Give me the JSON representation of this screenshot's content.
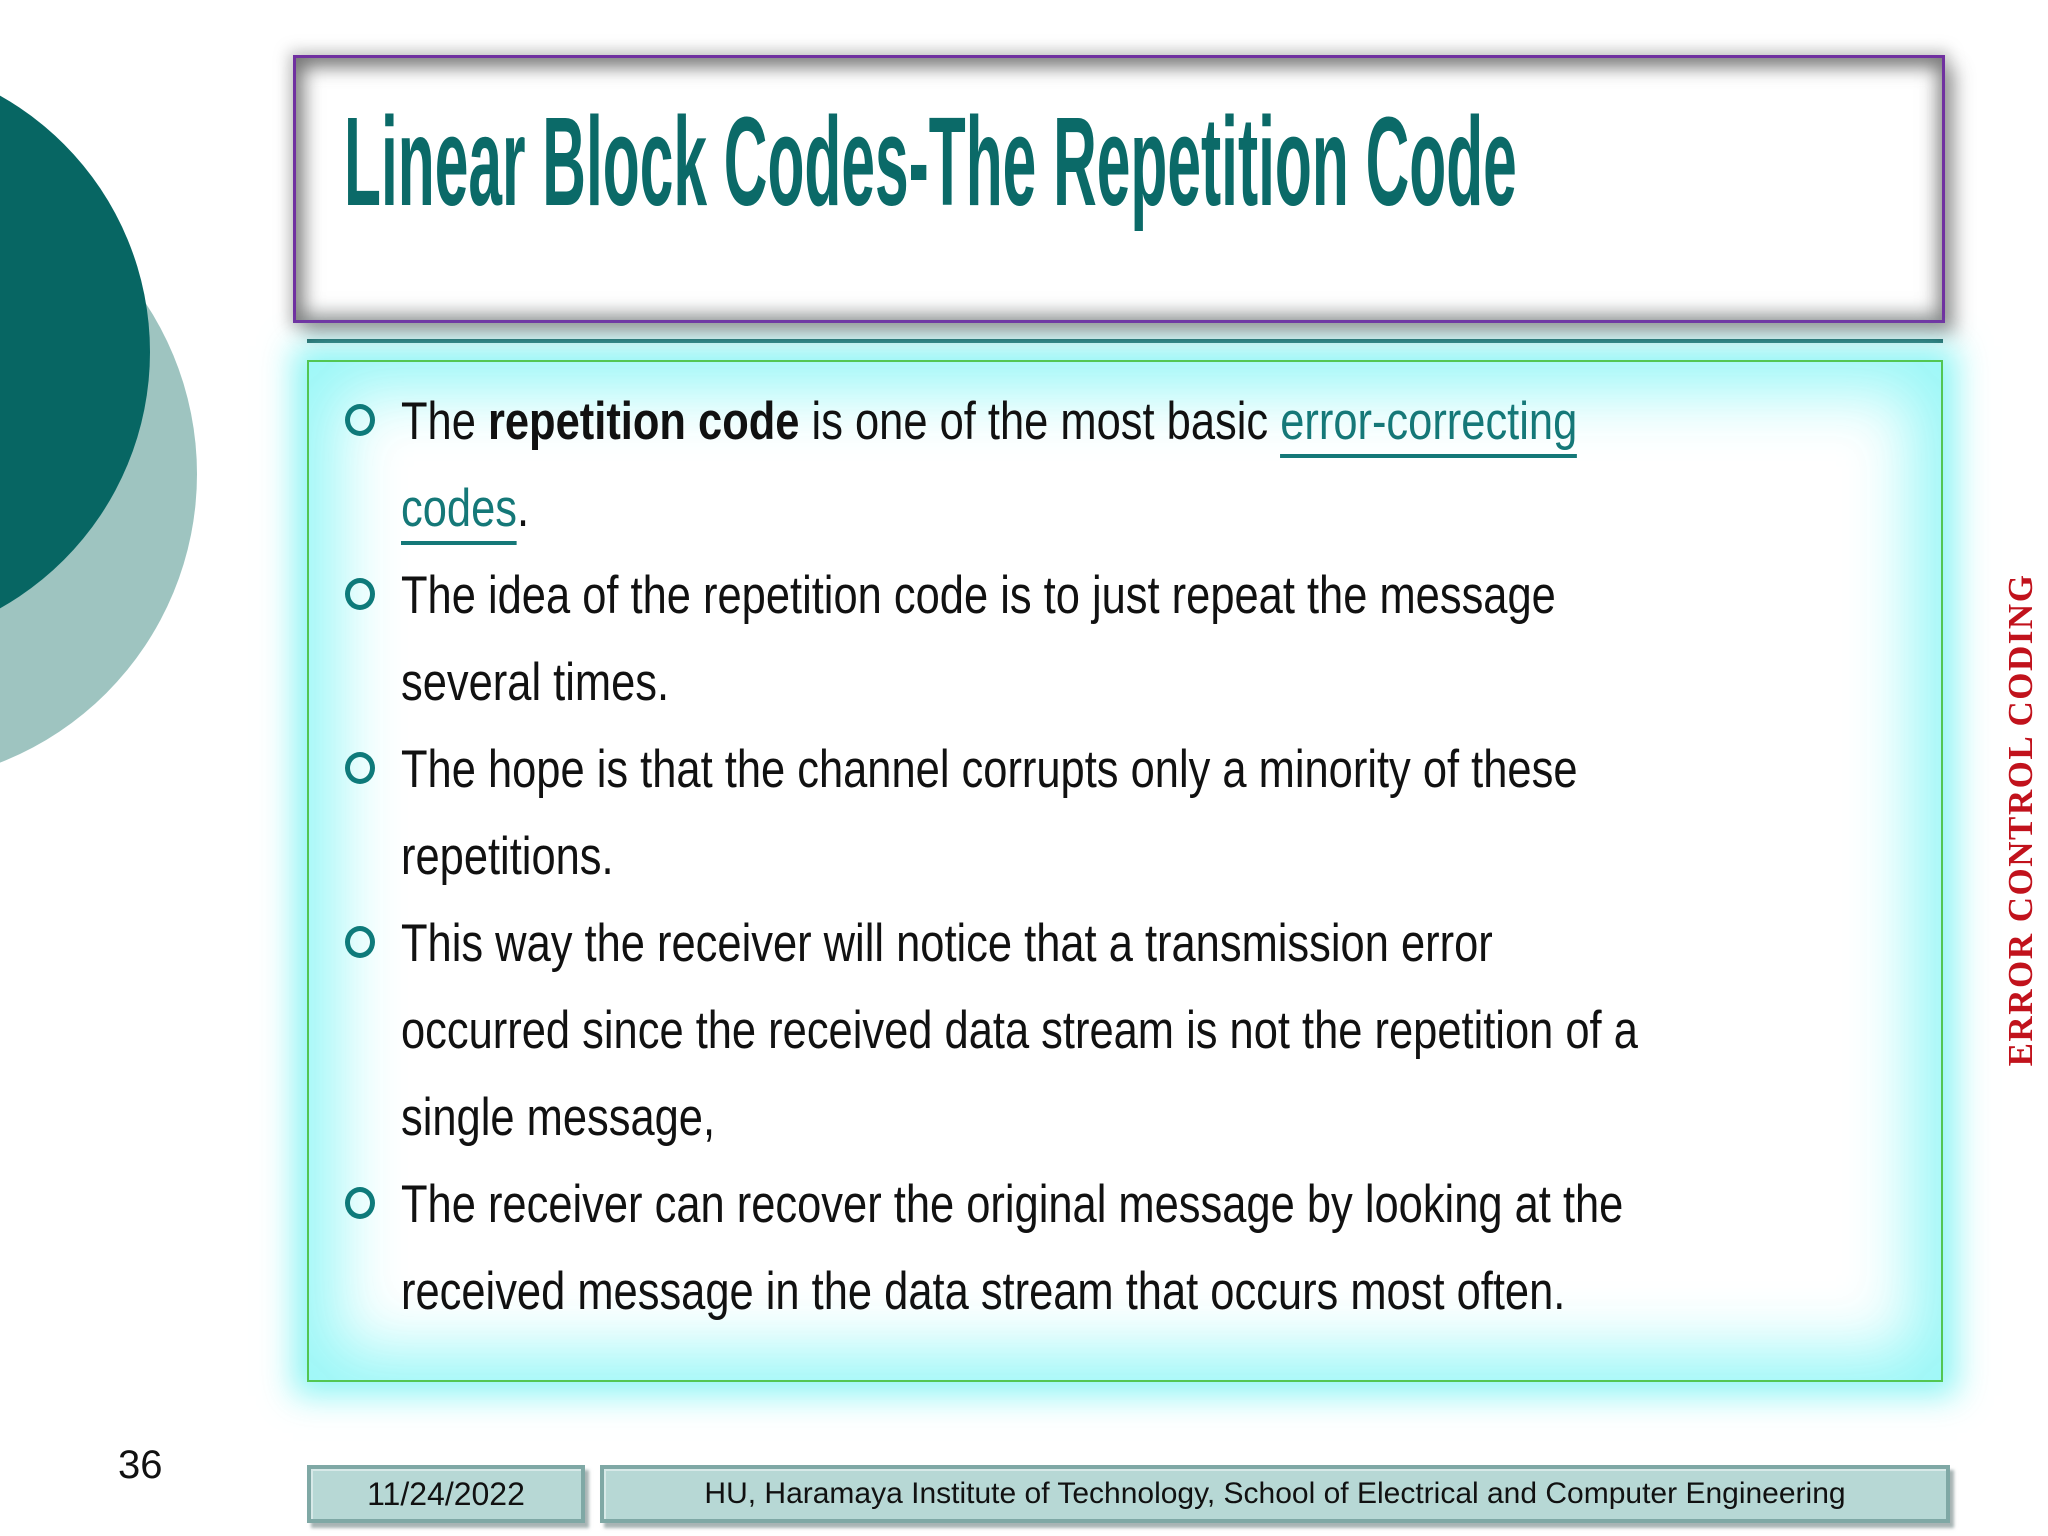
{
  "slide": {
    "title": "Linear Block Codes-The Repetition Code",
    "page_number": "36",
    "date": "11/24/2022",
    "footer": "HU, Haramaya Institute of Technology, School of Electrical and Computer Engineering",
    "side_label": "ERROR CONTROL CODING"
  },
  "bullets": [
    {
      "segments": [
        {
          "text": "The "
        },
        {
          "text": "repetition code",
          "bold": true
        },
        {
          "text": " is one of the most basic "
        },
        {
          "text": "error-correcting codes",
          "link": true
        },
        {
          "text": "."
        }
      ]
    },
    {
      "segments": [
        {
          "text": "The idea of the repetition code is to just repeat the message several times."
        }
      ]
    },
    {
      "segments": [
        {
          "text": "The hope is that the channel corrupts only a minority of these repetitions."
        }
      ]
    },
    {
      "segments": [
        {
          "text": "This way the receiver will notice that a transmission error occurred since the received data stream is not the repetition of a single message,"
        }
      ]
    },
    {
      "segments": [
        {
          "text": "The receiver can recover the original message by looking at the received message in the data stream that occurs most often."
        }
      ]
    }
  ],
  "colors": {
    "title-teal": "#0b6a68",
    "purple-border": "#7030a0",
    "green-border": "#53c653",
    "cyan-glow": "#9ef5f5",
    "side-red": "#c1121c",
    "footer-fill": "#b7d8d5",
    "footer-border": "#7fa8a5",
    "circle-dark": "#076663",
    "circle-light": "#9ec4c0",
    "link-teal": "#157878",
    "divider-teal": "#0d4a4a",
    "bullet-ring": "#0e7a7a",
    "body-text": "#111111"
  }
}
